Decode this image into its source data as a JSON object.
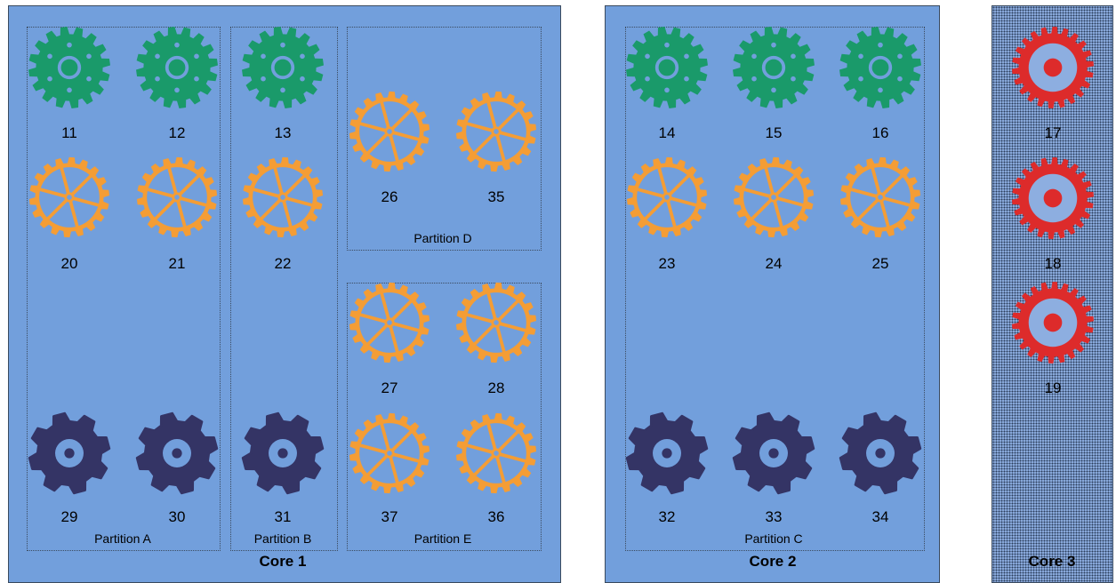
{
  "colors": {
    "background": "#ffffff",
    "core_fill": "#729fdc",
    "green_gear": "#1a9a6a",
    "orange_gear": "#f49d35",
    "navy_gear": "#343465",
    "red_gear": "#dd2b2b"
  },
  "cores": [
    {
      "label": "Core 1"
    },
    {
      "label": "Core 2"
    },
    {
      "label": "Core 3"
    }
  ],
  "partitions": {
    "a": "Partition A",
    "b": "Partition B",
    "c": "Partition C",
    "d": "Partition D",
    "e": "Partition E"
  },
  "gears": [
    {
      "id": "11",
      "type": "green-gear"
    },
    {
      "id": "12",
      "type": "green-gear"
    },
    {
      "id": "13",
      "type": "green-gear"
    },
    {
      "id": "14",
      "type": "green-gear"
    },
    {
      "id": "15",
      "type": "green-gear"
    },
    {
      "id": "16",
      "type": "green-gear"
    },
    {
      "id": "17",
      "type": "red-gear"
    },
    {
      "id": "18",
      "type": "red-gear"
    },
    {
      "id": "19",
      "type": "red-gear"
    },
    {
      "id": "20",
      "type": "orange-wheel-gear"
    },
    {
      "id": "21",
      "type": "orange-wheel-gear"
    },
    {
      "id": "22",
      "type": "orange-wheel-gear"
    },
    {
      "id": "23",
      "type": "orange-wheel-gear"
    },
    {
      "id": "24",
      "type": "orange-wheel-gear"
    },
    {
      "id": "25",
      "type": "orange-wheel-gear"
    },
    {
      "id": "26",
      "type": "orange-wheel-gear"
    },
    {
      "id": "27",
      "type": "orange-wheel-gear"
    },
    {
      "id": "28",
      "type": "orange-wheel-gear"
    },
    {
      "id": "29",
      "type": "navy-gear"
    },
    {
      "id": "30",
      "type": "navy-gear"
    },
    {
      "id": "31",
      "type": "navy-gear"
    },
    {
      "id": "32",
      "type": "navy-gear"
    },
    {
      "id": "33",
      "type": "navy-gear"
    },
    {
      "id": "34",
      "type": "navy-gear"
    },
    {
      "id": "35",
      "type": "orange-wheel-gear"
    },
    {
      "id": "36",
      "type": "orange-wheel-gear"
    },
    {
      "id": "37",
      "type": "orange-wheel-gear"
    }
  ]
}
